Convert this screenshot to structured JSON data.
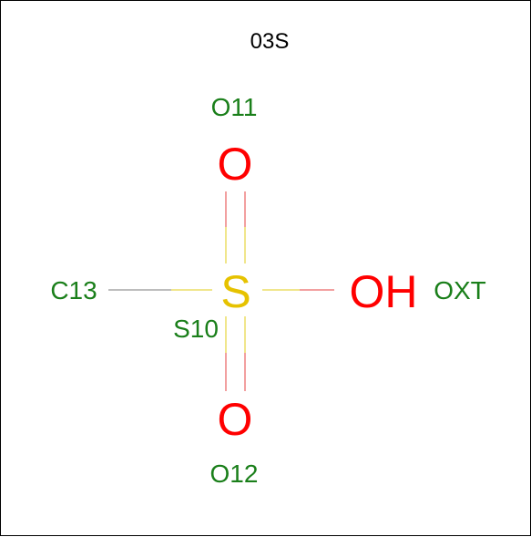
{
  "title": "03S",
  "colors": {
    "oxygen": "#ff0000",
    "sulfur": "#e6c200",
    "carbon_bond": "#bdbdbd",
    "label": "#1a7f1a",
    "title": "#000000",
    "border": "#000000",
    "bond_red": "#f2a0a0",
    "bond_yellow": "#f0e68c"
  },
  "atoms": {
    "s": "S",
    "o_top": "O",
    "o_bottom": "O",
    "oh": "OH"
  },
  "labels": {
    "o11": "O11",
    "o12": "O12",
    "c13": "C13",
    "s10": "S10",
    "oxt": "OXT"
  }
}
